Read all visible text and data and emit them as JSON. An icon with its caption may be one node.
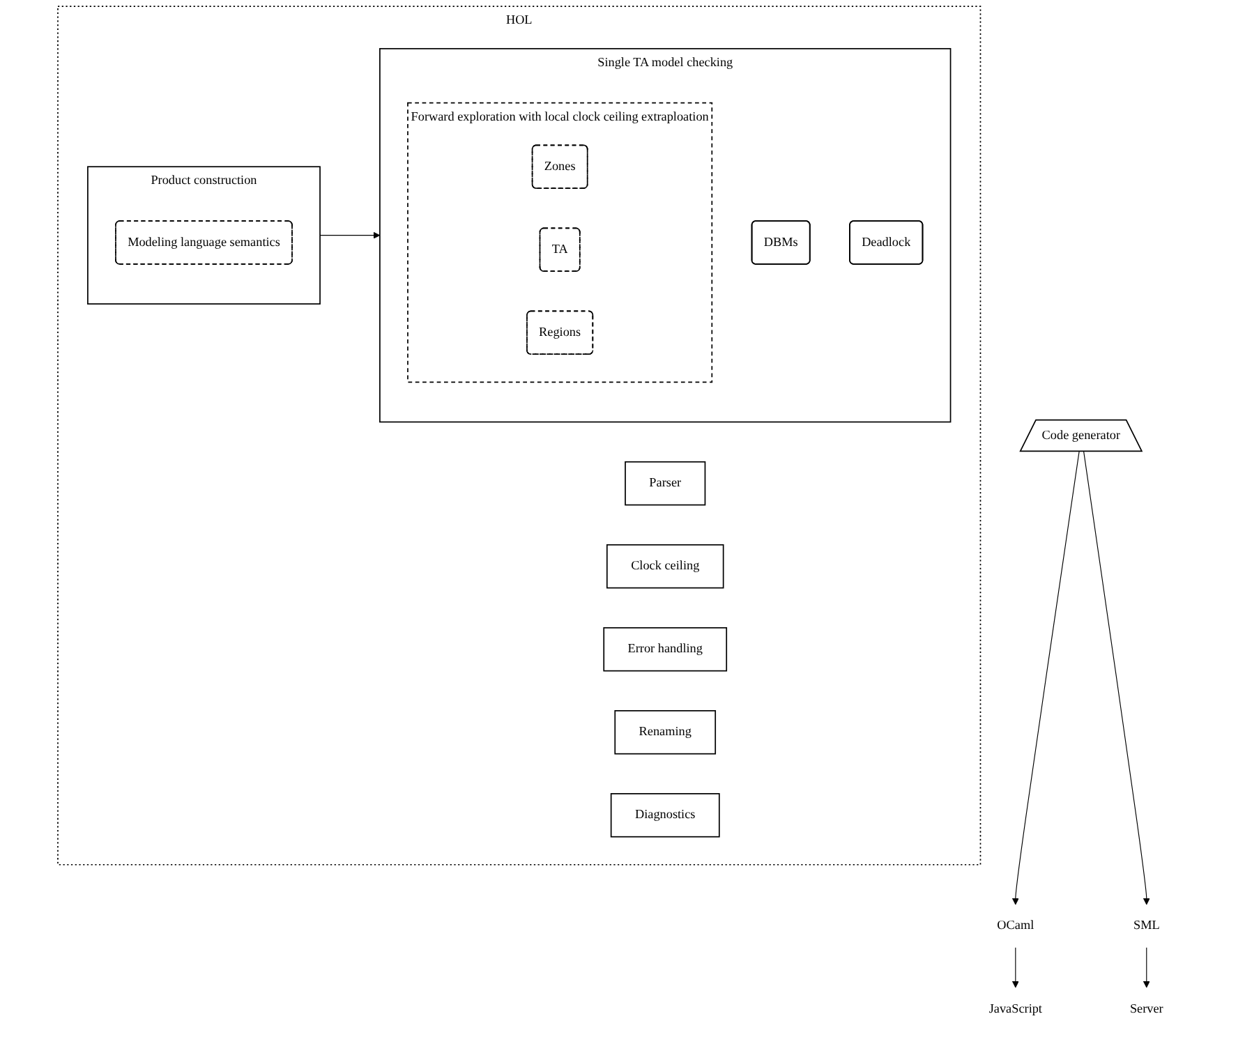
{
  "diagram": {
    "nodes": [
      {
        "text": [
          "HOL"
        ]
      },
      {
        "text": [
          "Single TA model checking"
        ],
        "in": 0
      },
      {
        "text": [
          "Forward exploration with local clock ceiling extraploation"
        ],
        "in": 1
      },
      {
        "text": [
          "DBMs"
        ],
        "in": 1
      },
      {
        "text": [
          "Zones"
        ],
        "in": 2
      },
      {
        "text": [
          "Deadlock"
        ],
        "in": 1
      },
      {
        "text": [
          "TA"
        ],
        "in": 2
      },
      {
        "text": [
          "Regions"
        ],
        "in": 2
      },
      {
        "text": [
          "Parser"
        ],
        "in": 0
      },
      {
        "text": [
          "Product construction"
        ],
        "in": 0
      },
      {
        "text": [
          "Modeling language semantics"
        ],
        "in": 9
      },
      {
        "text": [
          "Clock ceiling"
        ],
        "in": 0
      },
      {
        "text": [
          "Error handling"
        ],
        "in": 0
      },
      {
        "text": [
          "Renaming"
        ],
        "in": 0
      },
      {
        "text": [
          "Diagnostics"
        ],
        "in": 0
      },
      {
        "text": [
          "JavaScript"
        ]
      },
      {
        "text": [
          "OCaml"
        ]
      },
      {
        "text": [
          "Code generator"
        ]
      },
      {
        "text": [
          "SML"
        ]
      },
      {
        "text": [
          "Server"
        ]
      }
    ],
    "edges": [
      {
        "from": 9,
        "to": 1,
        "arrow": "to"
      },
      {
        "from": 17,
        "to": 16,
        "arrow": "to"
      },
      {
        "from": 16,
        "to": 15,
        "arrow": "to"
      },
      {
        "from": 17,
        "to": 18,
        "arrow": "to"
      },
      {
        "from": 18,
        "to": 19,
        "arrow": "to"
      }
    ]
  }
}
